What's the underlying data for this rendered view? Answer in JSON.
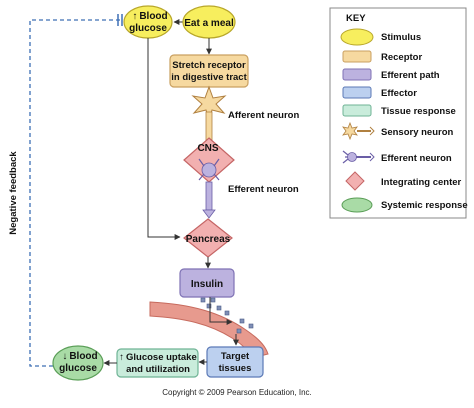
{
  "diagram": {
    "nodes": {
      "blood_glucose_high": {
        "arrow": "↑",
        "line1": "Blood",
        "line2": "glucose"
      },
      "eat_meal": {
        "label": "Eat a meal"
      },
      "stretch_receptor": {
        "line1": "Stretch receptor",
        "line2": "in digestive tract"
      },
      "afferent_neuron": {
        "label": "Afferent neuron"
      },
      "cns": {
        "label": "CNS"
      },
      "efferent_neuron": {
        "label": "Efferent neuron"
      },
      "pancreas": {
        "label": "Pancreas"
      },
      "insulin": {
        "label": "Insulin"
      },
      "target_tissues": {
        "line1": "Target",
        "line2": "tissues"
      },
      "glucose_uptake": {
        "arrow": "↑",
        "line1": "Glucose uptake",
        "line2": "and utilization"
      },
      "blood_glucose_low": {
        "arrow": "↓",
        "line1": "Blood",
        "line2": "glucose"
      }
    },
    "negative_feedback_label": "Negative feedback",
    "copyright": "Copyright © 2009 Pearson Education, Inc."
  },
  "key": {
    "title": "KEY",
    "items": [
      {
        "label": "Stimulus",
        "shape": "ellipse",
        "fill": "#f7ee5e",
        "stroke": "#b8a72a"
      },
      {
        "label": "Receptor",
        "shape": "rect",
        "fill": "#f6d9a0",
        "stroke": "#c9a060"
      },
      {
        "label": "Efferent path",
        "shape": "rect",
        "fill": "#bcb2df",
        "stroke": "#7f72b5"
      },
      {
        "label": "Effector",
        "shape": "rect",
        "fill": "#bcd0ef",
        "stroke": "#5b79b6"
      },
      {
        "label": "Tissue response",
        "shape": "rect",
        "fill": "#c9ecdb",
        "stroke": "#6fb395"
      },
      {
        "label": "Sensory neuron",
        "shape": "sensory-neuron",
        "fill": "#f6d9a0",
        "stroke": "#b08040"
      },
      {
        "label": "Efferent neuron",
        "shape": "efferent-neuron",
        "fill": "#bcb2df",
        "stroke": "#6a5ea6"
      },
      {
        "label": "Integrating center",
        "shape": "diamond",
        "fill": "#f2b0b0",
        "stroke": "#c56565"
      },
      {
        "label": "Systemic response",
        "shape": "ellipse",
        "fill": "#a9dba6",
        "stroke": "#5a9e57"
      }
    ]
  },
  "colors": {
    "stimulus": "#f7ee5e",
    "receptor": "#f6d9a0",
    "efferent": "#bcb2df",
    "effector": "#bcd0ef",
    "tissue": "#c9ecdb",
    "integrating": "#f2b0b0",
    "systemic": "#a9dba6",
    "feedback_line": "#3d6fb5",
    "blood_vessel": "#e79a8e"
  }
}
